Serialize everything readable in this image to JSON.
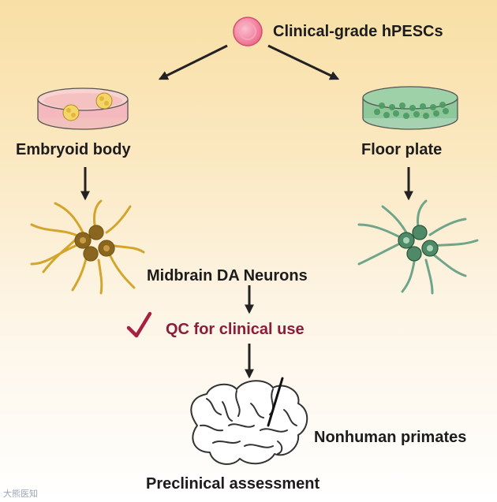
{
  "labels": {
    "source": "Clinical-grade hPESCs",
    "left_method": "Embryoid body",
    "right_method": "Floor plate",
    "product": "Midbrain DA Neurons",
    "qc": "QC for clinical use",
    "model": "Nonhuman primates",
    "assessment": "Preclinical assessment"
  },
  "watermark": "大熊医知",
  "icons": {
    "source": "stem-cell-icon",
    "left_dish": "petri-dish-embryoid-body-icon",
    "right_dish": "petri-dish-floor-plate-icon",
    "left_neurons": "neuron-cluster-icon",
    "right_neurons": "neuron-cluster-icon",
    "check": "checkmark-icon",
    "brain": "brain-icon",
    "probe": "electrode-icon"
  },
  "colors": {
    "background_top": "#f8dfa5",
    "text": "#1c1c1c",
    "qc_text": "#8a1c3c",
    "checkmark": "#a82040",
    "cell": "#f07a96",
    "left_neurons": "#d4a52c",
    "right_neurons": "#6fa58a",
    "left_dish_medium": "#f4b8be",
    "right_dish_medium": "#8dc79a"
  }
}
